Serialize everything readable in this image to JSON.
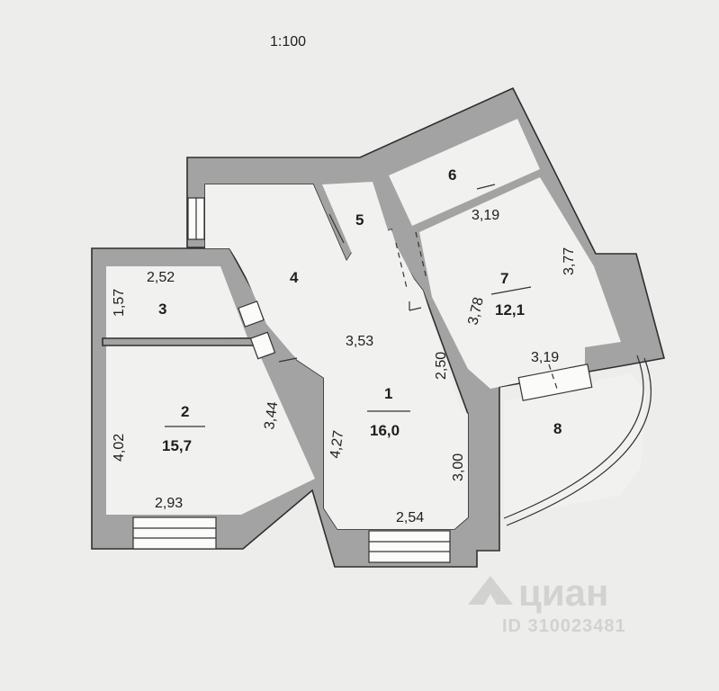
{
  "scale": "1:100",
  "rooms": [
    {
      "id": "1",
      "area": "16,0"
    },
    {
      "id": "2",
      "area": "15,7"
    },
    {
      "id": "3"
    },
    {
      "id": "4"
    },
    {
      "id": "5"
    },
    {
      "id": "6"
    },
    {
      "id": "7",
      "area": "12,1"
    },
    {
      "id": "8"
    }
  ],
  "dimensions": [
    "2,52",
    "1,57",
    "3,53",
    "2,50",
    "3,44",
    "4,02",
    "4,27",
    "2,93",
    "2,54",
    "3,00",
    "3,19",
    "3,77",
    "3,78",
    "3,19"
  ],
  "watermark": {
    "brand": "циан",
    "id": "ID 310023481"
  },
  "colors": {
    "wall": "#a3a3a3",
    "floor": "#f1f1ef",
    "background": "#ededeb"
  }
}
